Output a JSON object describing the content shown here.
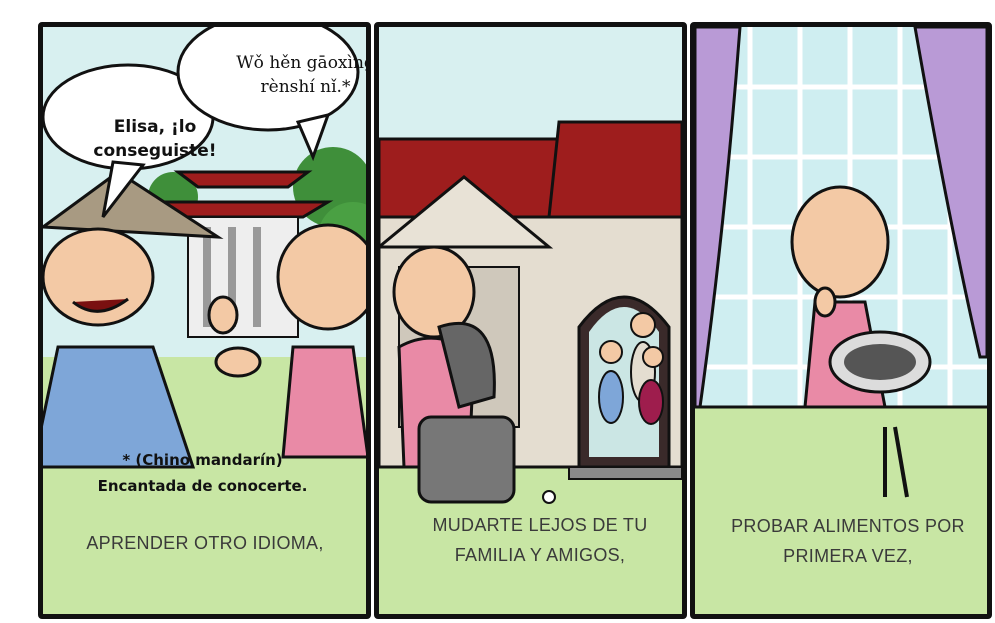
{
  "panel1": {
    "bubble_left": "Elisa, ¡lo conseguiste!",
    "bubble_right": "Wǒ hěn gāoxìng rènshí nǐ.*",
    "footnote_line1": "* (Chino mandarín)",
    "footnote_line2": "Encantada de conocerte.",
    "caption": "APRENDER OTRO IDIOMA,"
  },
  "panel2": {
    "caption": "MUDARTE LEJOS DE TU FAMILIA Y AMIGOS,"
  },
  "panel3": {
    "caption": "PROBAR ALIMENTOS POR PRIMERA VEZ,"
  },
  "colors": {
    "sky": "#d8f0f0",
    "grass": "#c8e6a4",
    "roof": "#9e1d1d",
    "curtain": "#b99ad6",
    "shirt_blue": "#7ea6d8",
    "shirt_pink": "#e98aa6"
  }
}
